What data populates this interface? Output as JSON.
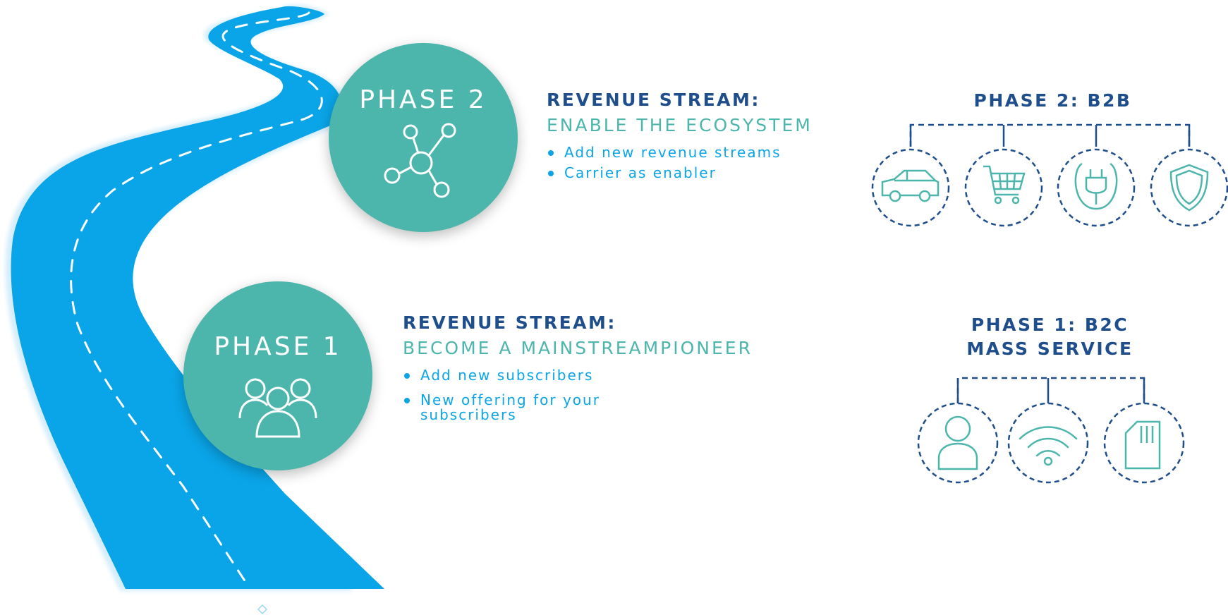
{
  "phase2": {
    "circle_title": "PHASE 2",
    "circle_icon": "network-icon",
    "heading_line1": "REVENUE STREAM:",
    "heading_line2": "ENABLE THE ECOSYSTEM",
    "bullets": [
      "Add new revenue streams",
      "Carrier as enabler"
    ],
    "segment_title": "PHASE 2: B2B",
    "segment_icons": [
      "car-icon",
      "shopping-cart-icon",
      "plug-icon",
      "shield-icon"
    ]
  },
  "phase1": {
    "circle_title": "PHASE 1",
    "circle_icon": "people-group-icon",
    "heading_line1": "REVENUE STREAM:",
    "heading_line2": "BECOME A MAINSTREAMPIONEER",
    "bullets": [
      "Add new subscribers",
      "New offering for your subscribers"
    ],
    "segment_title_line1": "PHASE 1: B2C",
    "segment_title_line2": "MASS SERVICE",
    "segment_icons": [
      "person-icon",
      "wifi-icon",
      "sim-card-icon"
    ]
  },
  "colors": {
    "road": "#0aa5e8",
    "teal": "#4db6ac",
    "navy": "#1f4e8c",
    "bullet_text": "#0aa5e8"
  }
}
